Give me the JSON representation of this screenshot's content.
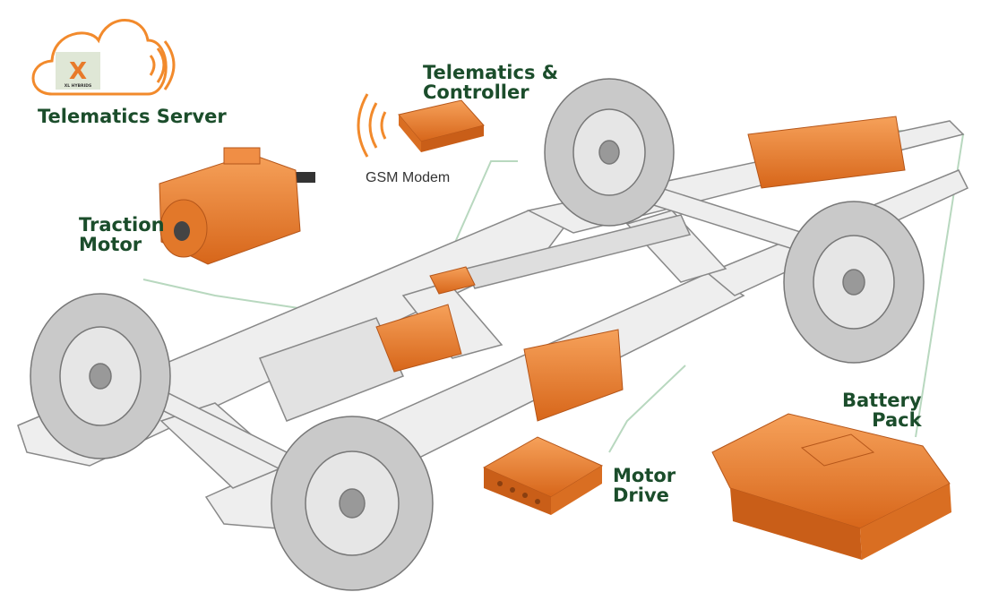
{
  "labels": {
    "telematics_server": "Telematics Server",
    "telematics_controller_line1": "Telematics &",
    "telematics_controller_line2": "Controller",
    "gsm_modem": "GSM Modem",
    "traction_motor_line1": "Traction",
    "traction_motor_line2": "Motor",
    "motor_drive_line1": "Motor",
    "motor_drive_line2": "Drive",
    "battery_pack_line1": "Battery",
    "battery_pack_line2": "Pack"
  },
  "logo": {
    "mark": "X",
    "text": "XL HYBRIDS"
  },
  "colors": {
    "label_green": "#1b4d2b",
    "component_orange": "#e87a2a",
    "callout_line": "#b8d8bf",
    "chassis_fill": "#eeeeee",
    "chassis_stroke": "#888888",
    "tire": "#c9c9c9"
  }
}
